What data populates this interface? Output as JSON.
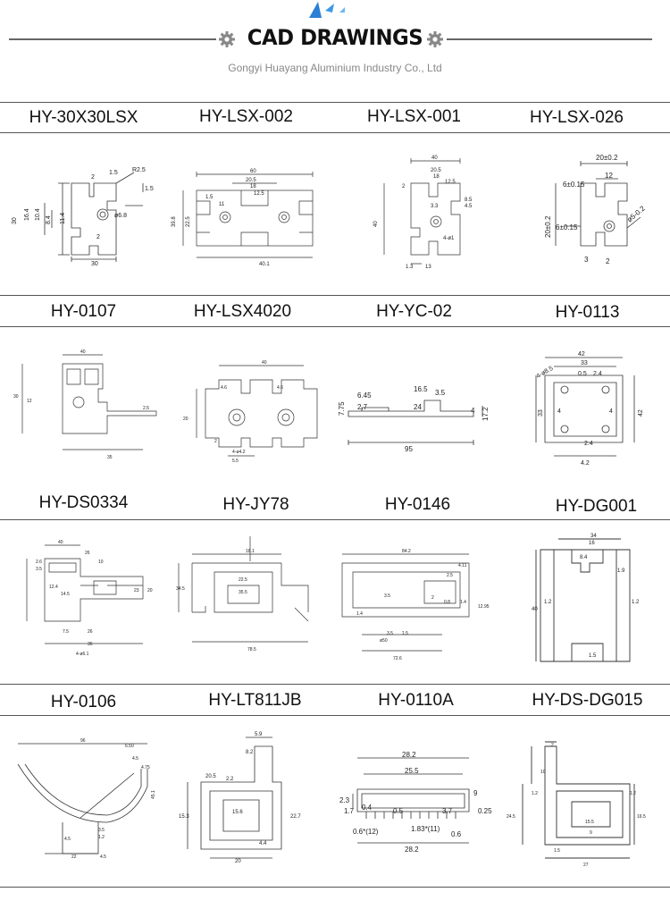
{
  "header": {
    "title": "CAD DRAWINGS",
    "subtitle": "Gongyi Huayang Aluminium Industry Co., Ltd"
  },
  "rows": [
    {
      "items": [
        {
          "label": "HY-30X30LSX",
          "dims": [
            "30",
            "16.4",
            "10.4",
            "8.4",
            "11.4",
            "2",
            "1.5",
            "R2.5",
            "1.5",
            "ø6.8",
            "2",
            "30"
          ]
        },
        {
          "label": "HY-LSX-002",
          "dims": [
            "60",
            "20.5",
            "18",
            "12.5",
            "11",
            "1.5",
            "39.8",
            "22.5",
            "40.1"
          ]
        },
        {
          "label": "HY-LSX-001",
          "dims": [
            "40",
            "20.5",
            "18",
            "12.5",
            "2",
            "3.3",
            "8.5",
            "4.5",
            "40",
            "4-ø1",
            "1.3",
            "13"
          ]
        },
        {
          "label": "HY-LSX-026",
          "dims": [
            "20±0.2",
            "12",
            "6±0.15",
            "20±0.2",
            "6±0.15",
            "ø5-0.2",
            "3",
            "2"
          ]
        }
      ]
    },
    {
      "items": [
        {
          "label": "HY-0107",
          "dims": [
            "40",
            "30",
            "12",
            "2.5",
            "35"
          ]
        },
        {
          "label": "HY-LSX4020",
          "dims": [
            "40",
            "4.6",
            "4.6",
            "20",
            "2",
            "4-ø4.2",
            "5.5"
          ]
        },
        {
          "label": "HY-YC-02",
          "dims": [
            "16.5",
            "3.5",
            "6.45",
            "2.7",
            "24",
            "7.75",
            "4",
            "17.2",
            "95"
          ]
        },
        {
          "label": "HY-0113",
          "dims": [
            "42",
            "33",
            "4-ø8.5",
            "0.5",
            "2.4",
            "33",
            "42",
            "4",
            "4",
            "2.4",
            "4.2"
          ]
        }
      ]
    },
    {
      "items": [
        {
          "label": "HY-DS0334",
          "dims": [
            "40",
            "26",
            "10",
            "2.6",
            "3.5",
            "12.4",
            "14.5",
            "23",
            "20",
            "7.5",
            "26",
            "36",
            "4-ø6.1"
          ]
        },
        {
          "label": "HY-JY78",
          "dims": [
            "18.1",
            "22.5",
            "35.5",
            "34.5",
            "78.5"
          ]
        },
        {
          "label": "HY-0146",
          "dims": [
            "84.2",
            "4.11",
            "2.5",
            "3.5",
            "1.4",
            "2",
            "0.8",
            "1.4",
            "12.95",
            "3.5",
            "1.5",
            "ø50",
            "72.6"
          ]
        },
        {
          "label": "HY-DG001",
          "dims": [
            "34",
            "16",
            "8.4",
            "1.9",
            "1.2",
            "1.2",
            "1.5",
            "40"
          ]
        }
      ]
    },
    {
      "items": [
        {
          "label": "HY-0106",
          "dims": [
            "96",
            "6.50",
            "4.5",
            "4.75",
            "45.1",
            "3.5",
            "4.5",
            "1.2",
            "22",
            "4.5"
          ]
        },
        {
          "label": "HY-LT811JB",
          "dims": [
            "5.9",
            "8.2",
            "2.2",
            "20.5",
            "15.6",
            "15.3",
            "22.7",
            "4.4",
            "20"
          ]
        },
        {
          "label": "HY-0110A",
          "dims": [
            "28.2",
            "25.5",
            "2.3",
            "1.7",
            "0.4",
            "0.5",
            "9",
            "0.25",
            "3.7",
            "0.6*(12)",
            "1.83*(11)",
            "0.6",
            "28.2"
          ]
        },
        {
          "label": "HY-DS-DG015",
          "dims": [
            "2",
            "10",
            "1.2",
            "24.5",
            "1.2",
            "16.5",
            "15.5",
            "9",
            "1.5",
            "27"
          ]
        }
      ]
    }
  ]
}
